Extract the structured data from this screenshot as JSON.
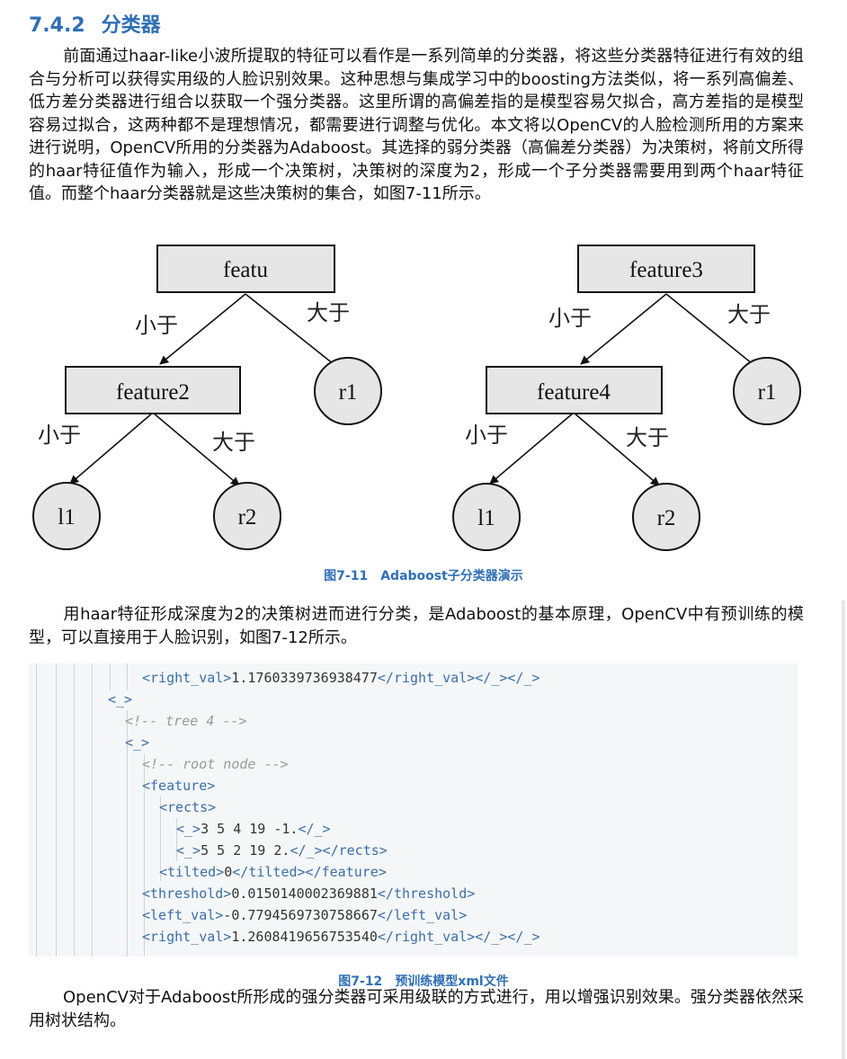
{
  "section": {
    "number": "7.4.2",
    "title": "分类器"
  },
  "paragraphs": {
    "p1": "前面通过haar-like小波所提取的特征可以看作是一系列简单的分类器，将这些分类器特征进行有效的组合与分析可以获得实用级的人脸识别效果。这种思想与集成学习中的boosting方法类似，将一系列高偏差、低方差分类器进行组合以获取一个强分类器。这里所谓的高偏差指的是模型容易欠拟合，高方差指的是模型容易过拟合，这两种都不是理想情况，都需要进行调整与优化。本文将以OpenCV的人脸检测所用的方案来进行说明，OpenCV所用的分类器为Adaboost。其选择的弱分类器（高偏差分类器）为决策树，将前文所得的haar特征值作为输入，形成一个决策树，决策树的深度为2，形成一个子分类器需要用到两个haar特征值。而整个haar分类器就是这些决策树的集合，如图7-11所示。",
    "p2": "用haar特征形成深度为2的决策树进而进行分类，是Adaboost的基本原理，OpenCV中有预训练的模型，可以直接用于人脸识别，如图7-12所示。",
    "p3": "OpenCV对于Adaboost所形成的强分类器可采用级联的方式进行，用以增强识别效果。强分类器依然采用树状结构。"
  },
  "figure1": {
    "number": "图7-11",
    "caption": "Adaboost子分类器演示",
    "left_tree": {
      "root": "featu",
      "child": "feature2",
      "right_leaf": "r1",
      "leaf_left": "l1",
      "leaf_right": "r2",
      "edge_less": "小于",
      "edge_greater": "大于"
    },
    "right_tree": {
      "root": "feature3",
      "child": "feature4",
      "right_leaf": "r1",
      "leaf_left": "l1",
      "leaf_right": "r2",
      "edge_less": "小于",
      "edge_greater": "大于"
    }
  },
  "figure2": {
    "number": "图7-12",
    "caption": "预训练模型xml文件",
    "code_lines": {
      "l01_tag_open": "<right_val>",
      "l01_val": "1.1760339736938477",
      "l01_tag_close": "</right_val></_></_>",
      "l02": "<_>",
      "l03": "<!-- tree 4 -->",
      "l04": "<_>",
      "l05": "<!-- root node -->",
      "l06": "<feature>",
      "l07": "<rects>",
      "l08_open": "<_>",
      "l08_val": "3 5 4 19 -1.",
      "l08_close": "</_>",
      "l09_open": "<_>",
      "l09_val": "5 5 2 19 2.",
      "l09_close": "</_></rects>",
      "l10_open": "<tilted>",
      "l10_val": "0",
      "l10_close": "</tilted></feature>",
      "l11_open": "<threshold>",
      "l11_val": "0.0150140002369881",
      "l11_close": "</threshold>",
      "l12_open": "<left_val>",
      "l12_val": "-0.7794569730758667",
      "l12_close": "</left_val>",
      "l13_open": "<right_val>",
      "l13_val": "1.2608419656753540",
      "l13_close": "</right_val></_></_>"
    }
  },
  "colors": {
    "heading_blue": "#2f6fb6",
    "node_fill": "#e6e6e6",
    "code_tag": "#3a70a8",
    "code_comment": "#9a9a9a",
    "code_bg": "#f5f6f7"
  }
}
